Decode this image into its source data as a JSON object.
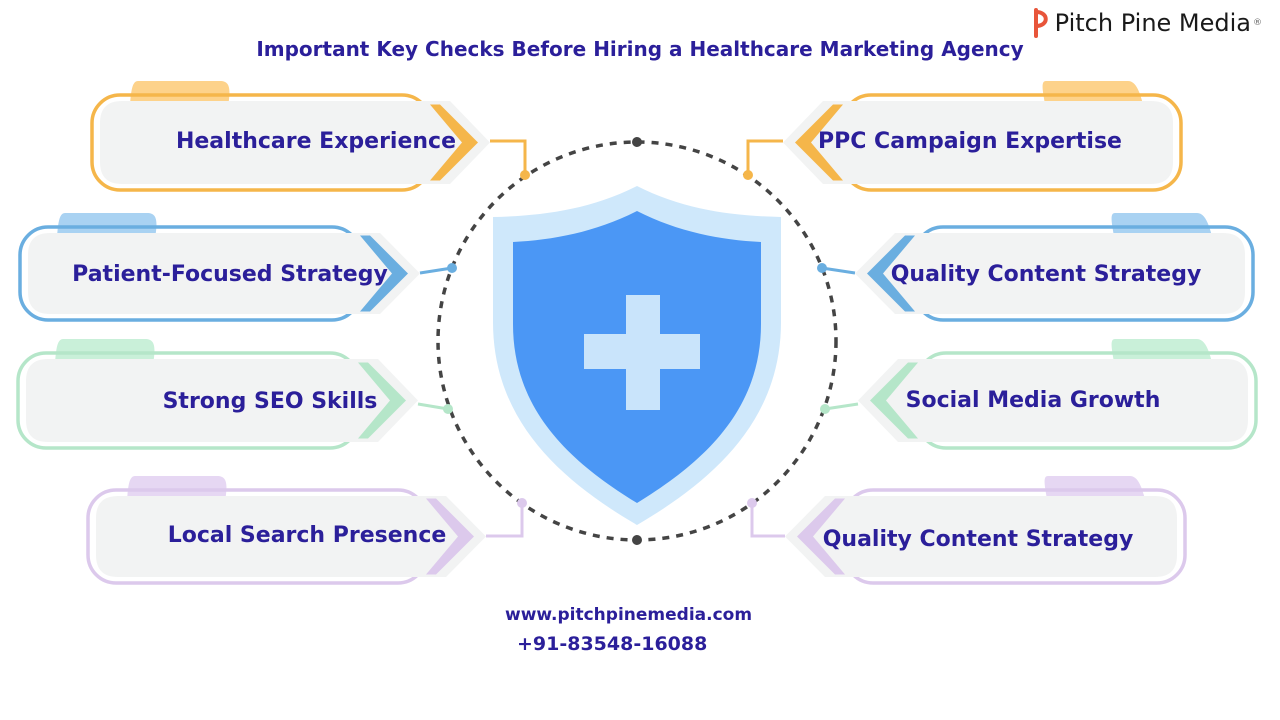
{
  "title": "Important Key Checks Before Hiring a Healthcare Marketing Agency",
  "logo": {
    "name": "Pitch Pine Media",
    "reg": "®"
  },
  "items": [
    {
      "label": "Healthcare Experience",
      "side": "left",
      "color": "#f5b64a",
      "tab": "#fdd28a"
    },
    {
      "label": "Patient-Focused Strategy",
      "side": "left",
      "color": "#6aaee0",
      "tab": "#a9d2f2"
    },
    {
      "label": "Strong SEO Skills",
      "side": "left",
      "color": "#b5e6c9",
      "tab": "#c9f0d9"
    },
    {
      "label": "Local Search Presence",
      "side": "left",
      "color": "#dcc9ec",
      "tab": "#e6d7f3"
    },
    {
      "label": "PPC Campaign Expertise",
      "side": "right",
      "color": "#f5b64a",
      "tab": "#fdd28a"
    },
    {
      "label": "Quality Content Strategy",
      "side": "right",
      "color": "#6aaee0",
      "tab": "#a9d2f2"
    },
    {
      "label": "Social Media Growth",
      "side": "right",
      "color": "#b5e6c9",
      "tab": "#c9f0d9"
    },
    {
      "label": "Quality Content Strategy",
      "side": "right",
      "color": "#dcc9ec",
      "tab": "#e6d7f3"
    }
  ],
  "footer": {
    "url": "www.pitchpinemedia.com",
    "phone": "+91-83548-16088"
  },
  "colors": {
    "title": "#2b1f9a",
    "shield_outer": "#cfe8fb",
    "shield_inner": "#4b97f5",
    "cross": "#c9e4fb",
    "circle_dash": "#444444",
    "card_fill": "#f2f3f3"
  }
}
